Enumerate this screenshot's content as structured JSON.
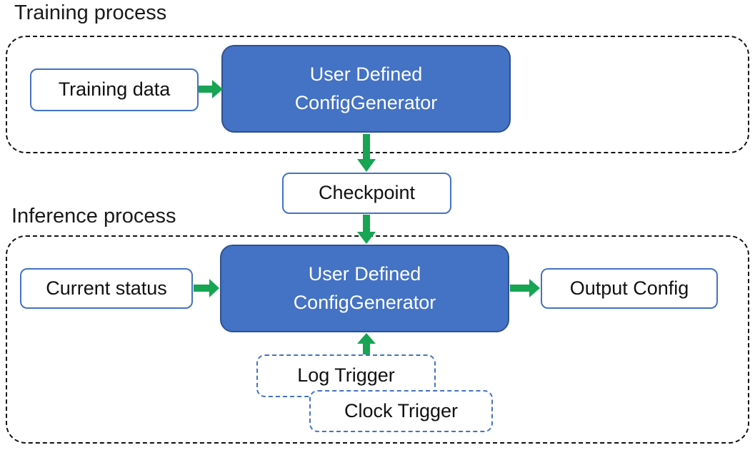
{
  "titles": {
    "training": "Training process",
    "inference": "Inference process"
  },
  "nodes": {
    "training_data": "Training data",
    "generator_training": "User Defined\nConfigGenerator",
    "checkpoint": "Checkpoint",
    "current_status": "Current status",
    "generator_inference": "User Defined\nConfigGenerator",
    "output_config": "Output Config",
    "log_trigger": "Log Trigger",
    "clock_trigger": "Clock Trigger"
  },
  "edges": [
    {
      "from": "training_data",
      "to": "generator_training",
      "direction": "right"
    },
    {
      "from": "generator_training",
      "to": "checkpoint",
      "direction": "down"
    },
    {
      "from": "checkpoint",
      "to": "generator_inference",
      "direction": "down"
    },
    {
      "from": "current_status",
      "to": "generator_inference",
      "direction": "right"
    },
    {
      "from": "generator_inference",
      "to": "output_config",
      "direction": "right"
    },
    {
      "from": "log_trigger",
      "to": "generator_inference",
      "direction": "up"
    }
  ],
  "colors": {
    "node_fill_blue": "#4472C4",
    "node_border_dark": "#2F528F",
    "box_border_blue": "#4472C4",
    "arrow_green": "#17A453"
  }
}
